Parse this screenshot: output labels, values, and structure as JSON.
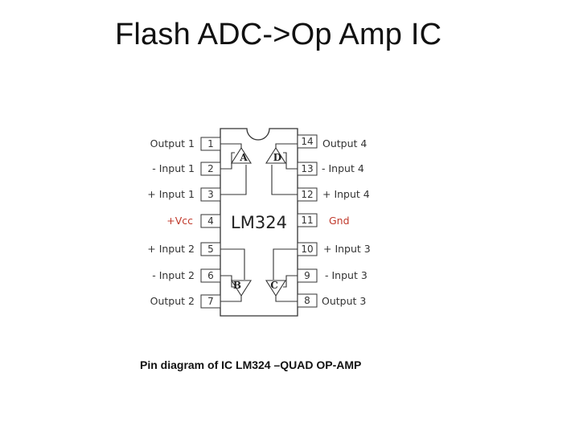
{
  "title": "Flash ADC->Op Amp IC",
  "caption": "Pin diagram of IC LM324 –QUAD OP-AMP",
  "chip": {
    "name": "LM324",
    "amplifiers": [
      "A",
      "B",
      "C",
      "D"
    ],
    "left_pins": [
      {
        "number": "1",
        "label": "Output 1"
      },
      {
        "number": "2",
        "label": "- Input 1"
      },
      {
        "number": "3",
        "label": "+ Input 1"
      },
      {
        "number": "4",
        "label": "+Vcc"
      },
      {
        "number": "5",
        "label": "+ Input 2"
      },
      {
        "number": "6",
        "label": "- Input 2"
      },
      {
        "number": "7",
        "label": "Output 2"
      }
    ],
    "right_pins": [
      {
        "number": "14",
        "label": "Output 4"
      },
      {
        "number": "13",
        "label": "- Input 4"
      },
      {
        "number": "12",
        "label": "+ Input 4"
      },
      {
        "number": "11",
        "label": "Gnd"
      },
      {
        "number": "10",
        "label": "+ Input 3"
      },
      {
        "number": "9",
        "label": "- Input 3"
      },
      {
        "number": "8",
        "label": "Output 3"
      }
    ]
  },
  "colors": {
    "text": "#333333",
    "power_label": "#c0392b",
    "outline": "#333333"
  }
}
